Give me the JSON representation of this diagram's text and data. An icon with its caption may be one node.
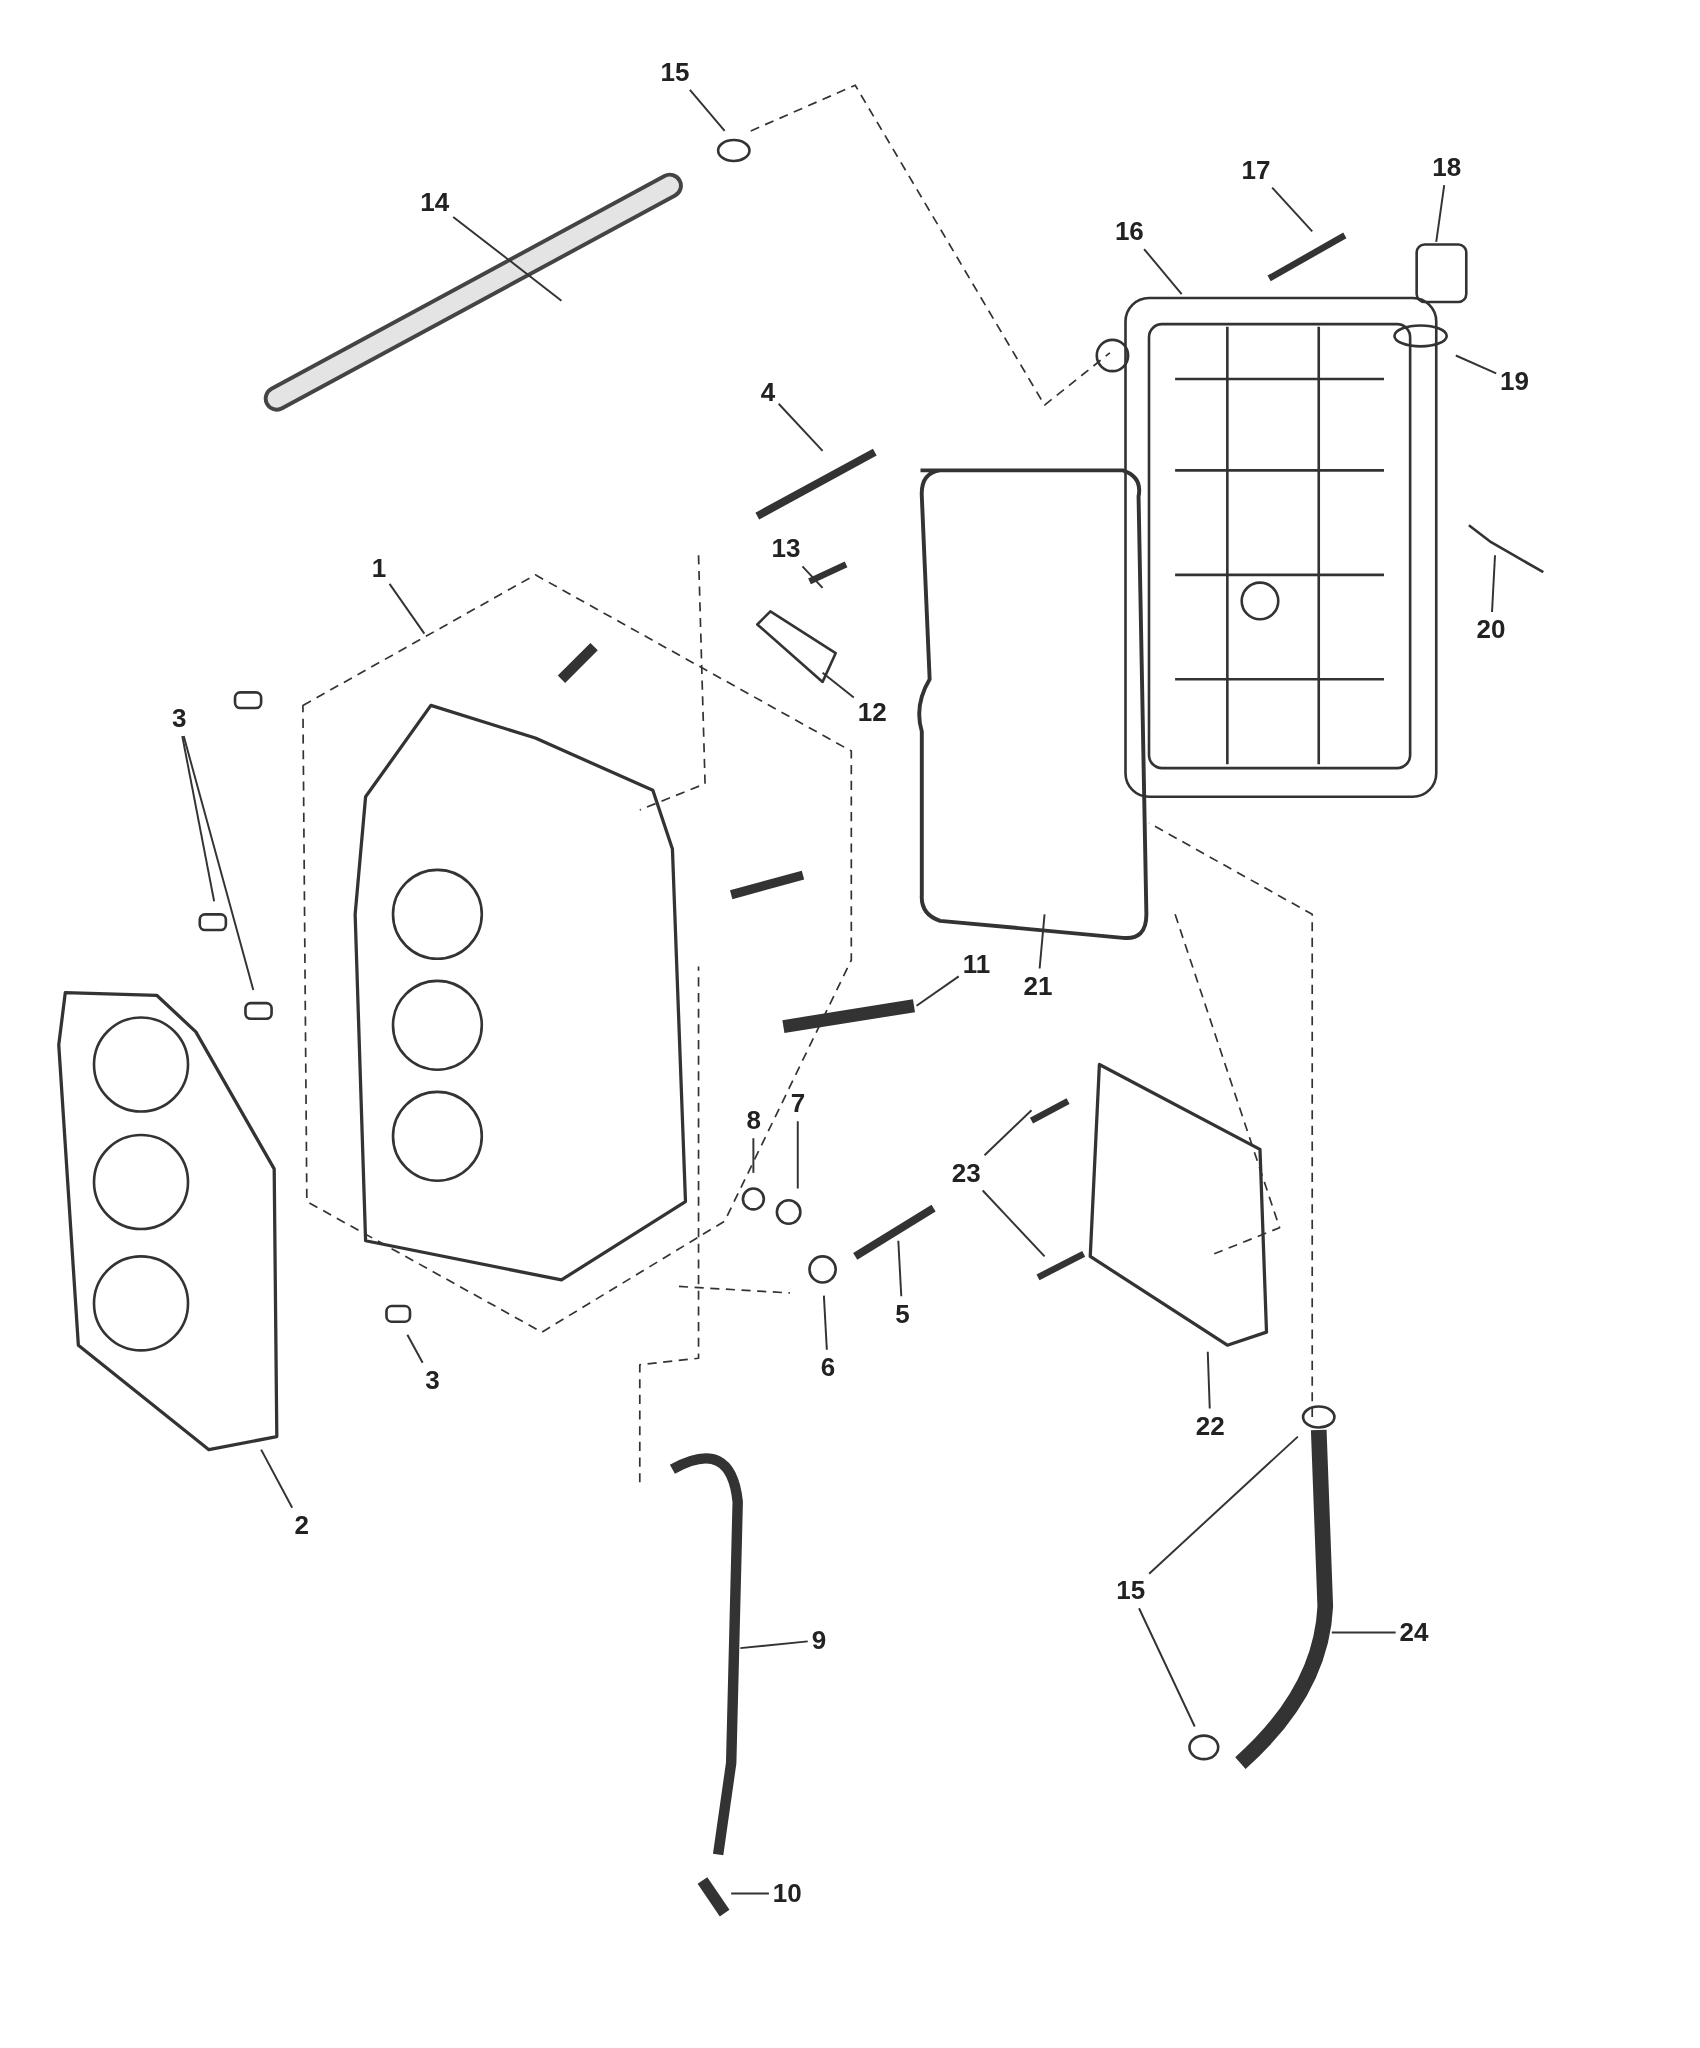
{
  "diagram": {
    "nodes": [
      {
        "text": [
          "15"
        ]
      },
      {
        "text": [
          "17"
        ]
      },
      {
        "text": [
          "18"
        ]
      },
      {
        "text": [
          "16"
        ]
      },
      {
        "text": [
          "14"
        ]
      },
      {
        "text": [
          "19"
        ]
      },
      {
        "text": [
          "4"
        ]
      },
      {
        "text": [
          "20"
        ]
      },
      {
        "text": [
          "13"
        ]
      },
      {
        "text": [
          "1"
        ]
      },
      {
        "text": [
          "12"
        ]
      },
      {
        "text": [
          "3"
        ]
      },
      {
        "text": [
          "21"
        ]
      },
      {
        "text": [
          "11"
        ]
      },
      {
        "text": [
          "8"
        ]
      },
      {
        "text": [
          "7"
        ]
      },
      {
        "text": [
          "23"
        ]
      },
      {
        "text": [
          "5"
        ]
      },
      {
        "text": [
          "6"
        ]
      },
      {
        "text": [
          "3"
        ]
      },
      {
        "text": [
          "22"
        ]
      },
      {
        "text": [
          "2"
        ]
      },
      {
        "text": [
          "15"
        ]
      },
      {
        "text": [
          "24"
        ]
      },
      {
        "text": [
          "9"
        ]
      },
      {
        "text": [
          "10"
        ]
      }
    ],
    "edges": [
      {
        "from": 0,
        "to": null,
        "arrow": "none"
      },
      {
        "from": 1,
        "to": null,
        "arrow": "none"
      },
      {
        "from": 2,
        "to": null,
        "arrow": "none"
      },
      {
        "from": 3,
        "to": null,
        "arrow": "none"
      },
      {
        "from": 4,
        "to": null,
        "arrow": "none"
      },
      {
        "from": 5,
        "to": null,
        "arrow": "none"
      },
      {
        "from": 6,
        "to": null,
        "arrow": "none"
      },
      {
        "from": 7,
        "to": null,
        "arrow": "none"
      },
      {
        "from": 8,
        "to": null,
        "arrow": "none"
      },
      {
        "from": 9,
        "to": null,
        "arrow": "none"
      },
      {
        "from": 10,
        "to": null,
        "arrow": "none"
      },
      {
        "from": 11,
        "to": null,
        "arrow": "none"
      },
      {
        "from": 11,
        "to": null,
        "arrow": "none"
      },
      {
        "from": 12,
        "to": null,
        "arrow": "none"
      },
      {
        "from": 13,
        "to": null,
        "arrow": "none"
      },
      {
        "from": 14,
        "to": null,
        "arrow": "none"
      },
      {
        "from": 15,
        "to": null,
        "arrow": "none"
      },
      {
        "from": 16,
        "to": null,
        "arrow": "none"
      },
      {
        "from": 16,
        "to": null,
        "arrow": "none"
      },
      {
        "from": 17,
        "to": null,
        "arrow": "none"
      },
      {
        "from": 18,
        "to": null,
        "arrow": "none"
      },
      {
        "from": 19,
        "to": null,
        "arrow": "none"
      },
      {
        "from": 20,
        "to": null,
        "arrow": "none"
      },
      {
        "from": 21,
        "to": null,
        "arrow": "none"
      },
      {
        "from": 22,
        "to": null,
        "arrow": "none"
      },
      {
        "from": 22,
        "to": null,
        "arrow": "none"
      },
      {
        "from": 23,
        "to": null,
        "arrow": "none"
      },
      {
        "from": 24,
        "to": null,
        "arrow": "none"
      },
      {
        "from": 25,
        "to": null,
        "arrow": "none"
      }
    ]
  }
}
